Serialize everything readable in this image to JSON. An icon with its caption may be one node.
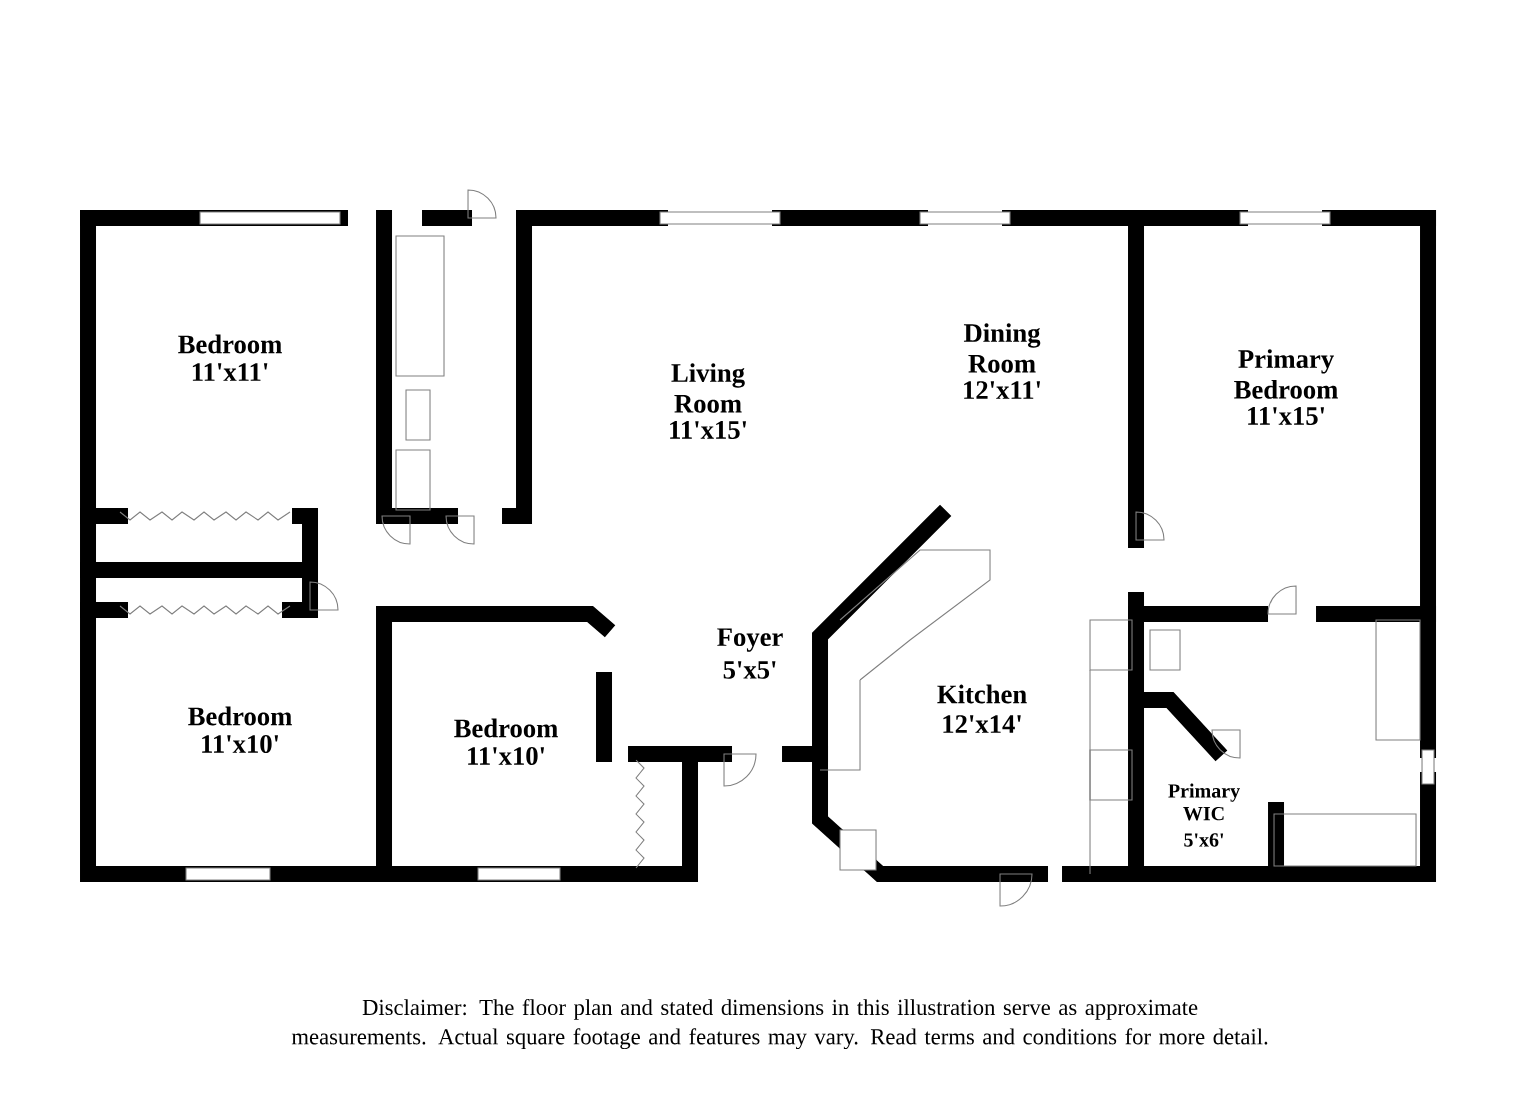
{
  "diagram": {
    "caption": "Disclaimer: The floor plan and stated dimensions in this illustration serve as approximate measurements. Actual square footage and features may vary. Read terms and conditions for more detail.",
    "labels": [
      "Bedroom",
      "11'x11'",
      "Living Room",
      "11'x15'",
      "Dining Room",
      "12'x11'",
      "Primary Bedroom",
      "11'x15'",
      "Foyer",
      "5'x5'",
      "Kitchen",
      "12'x14'",
      "Bedroom",
      "11'x10'",
      "Bedroom",
      "11'x10'",
      "Primary WIC",
      "5'x6'"
    ]
  }
}
